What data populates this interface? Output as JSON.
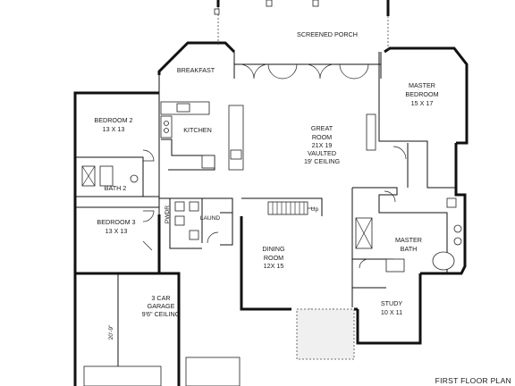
{
  "rooms": {
    "screened_porch": "SCREENED PORCH",
    "breakfast": "BREAKFAST",
    "master_bedroom": {
      "name": "MASTER",
      "name2": "BEDROOM",
      "size": "15 X 17"
    },
    "bedroom2": {
      "name": "BEDROOM 2",
      "size": "13 X 13"
    },
    "kitchen": "KITCHEN",
    "great_room": {
      "name": "GREAT",
      "name2": "ROOM",
      "size": "21X 19",
      "note": "VAULTED",
      "ceiling": "19' CEILING"
    },
    "bath2": "BATH 2",
    "bedroom3": {
      "name": "BEDROOM 3",
      "size": "13 X 13"
    },
    "pwdr": "PWDR",
    "laund": "LAUND",
    "up": "Up",
    "dining_room": {
      "name": "DINING",
      "name2": "ROOM",
      "size": "12X 15"
    },
    "master_bath": {
      "name": "MASTER",
      "name2": "BATH"
    },
    "study": {
      "name": "STUDY",
      "size": "10 X 11"
    },
    "garage": {
      "name": "3 CAR",
      "name2": "GARAGE",
      "ceiling": "9'6\" CEILING",
      "dimension": "20'-9\""
    }
  },
  "plan_title": "FIRST FLOOR PLAN"
}
